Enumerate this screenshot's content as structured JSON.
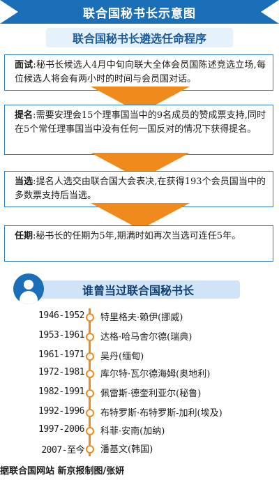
{
  "header": {
    "title": "联合国秘书长示意图"
  },
  "procedure": {
    "title": "联合国秘书长遴选任命程序",
    "steps": [
      {
        "key": "面试",
        "text": "秘书长候选人4月中旬向联大全体会员国陈述竞选立场,每位候选人将会有两小时的时间与会员国对话。"
      },
      {
        "key": "提名",
        "text": "需要安理会15个理事国当中的9名成员的赞成票支持,同时在5个常任理事国当中没有任何一国反对的情况下获得提名。"
      },
      {
        "key": "当选",
        "text": "提名人选交由联合国大会表决,在获得193个会员国当中的多数票支持后当选。"
      },
      {
        "key": "任期",
        "text": "秘书长的任期为5年,期满时如再次当选可连任5年。"
      }
    ]
  },
  "history": {
    "title": "谁曾当过联合国秘书长",
    "entries": [
      {
        "years": "1946-1952",
        "name": "特里格夫·赖伊(挪威)"
      },
      {
        "years": "1953-1961",
        "name": "达格·哈马舍尔德(瑞典)"
      },
      {
        "years": "1961-1971",
        "name": "吴丹(缅甸)"
      },
      {
        "years": "1972-1981",
        "name": "库尔特·瓦尔德海姆(奥地利)"
      },
      {
        "years": "1982-1991",
        "name": "佩雷斯·德奎利亚尔(秘鲁)"
      },
      {
        "years": "1992-1996",
        "name": "布特罗斯·布特罗斯-加利(埃及)"
      },
      {
        "years": "1997-2006",
        "name": "科菲·安南(加纳)"
      },
      {
        "years": "2007-至今",
        "name": "潘基文(韩国)"
      }
    ]
  },
  "footer": {
    "source": "据联合国网站  新京报制图/张妍"
  },
  "colors": {
    "primary": "#1a6fb8",
    "accent": "#f08a1c",
    "light": "#cfe4f6"
  },
  "icons": {
    "avatar": "person-icon"
  }
}
